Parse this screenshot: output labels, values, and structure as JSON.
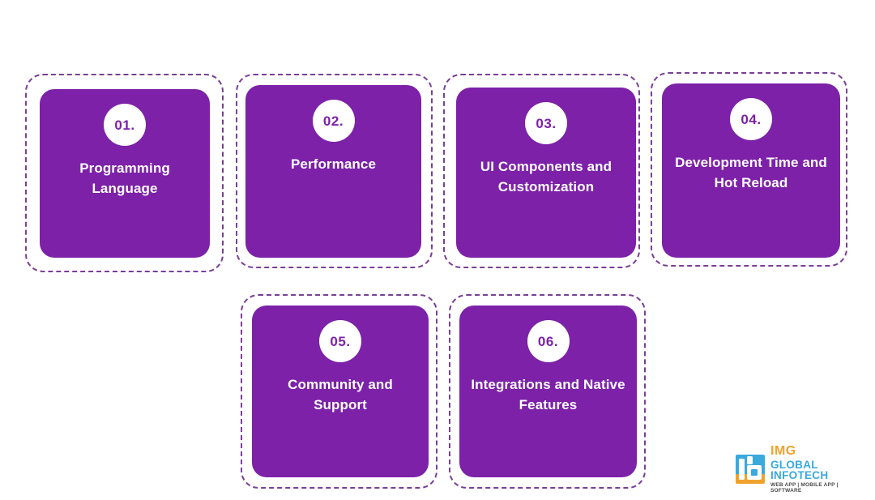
{
  "page": {
    "background_color": "#ffffff",
    "card_fill_color": "#7c21a8",
    "badge_fill_color": "#ffffff",
    "badge_text_color": "#7c21a8",
    "title_text_color": "#ffffff",
    "dashed_border_color": "#7a3f96",
    "solid_border_color": "#9b5fb5"
  },
  "cards": [
    {
      "number": "01.",
      "title": "Programming Language",
      "frame_style": "dashed"
    },
    {
      "number": "02.",
      "title": "Performance",
      "frame_style": "dashed"
    },
    {
      "number": "03.",
      "title": "UI Components and Customization",
      "frame_style": "dashed"
    },
    {
      "number": "04.",
      "title": "Development Time and Hot Reload",
      "frame_style": "dashed"
    },
    {
      "number": "05.",
      "title": "Community and Support",
      "frame_style": "dashed"
    },
    {
      "number": "06.",
      "title": "Integrations and Native Features",
      "frame_style": "dashed"
    }
  ],
  "logo": {
    "mark_name": "img-global-infotech-logo-mark",
    "brand_short": "IMG",
    "brand_full": "GLOBAL INFOTECH",
    "tagline": "WEB APP | MOBILE APP | SOFTWARE",
    "color_orange": "#f0a22e",
    "color_blue": "#3aa9dd",
    "color_tagline": "#4a4a4a"
  }
}
